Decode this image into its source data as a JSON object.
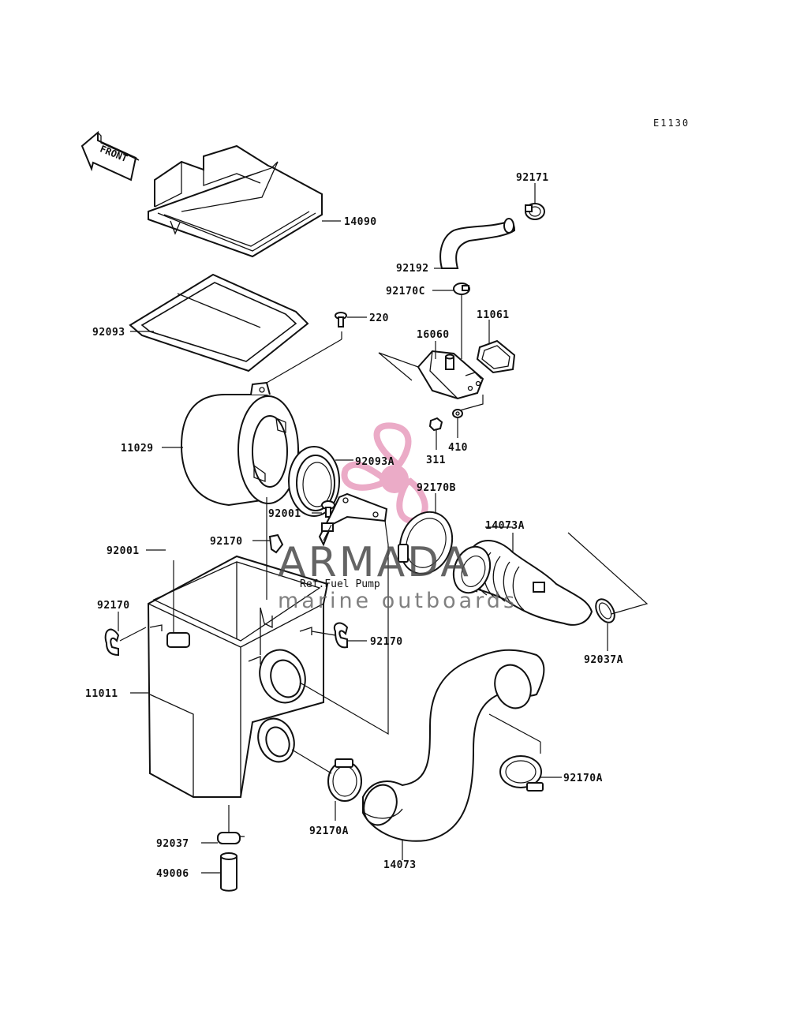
{
  "diagram_code": "E1130",
  "front_label": "FRONT",
  "ref_note": "Ref.Fuel Pump",
  "watermark": {
    "title": "ARMADA",
    "subtitle": "marine outboards",
    "accent_color": "#e58fb5"
  },
  "part_labels": {
    "p14090": "14090",
    "p92093": "92093",
    "p220": "220",
    "p11029": "11029",
    "p92093A": "92093A",
    "p92001_mid": "92001",
    "p92170_mid": "92170",
    "p92001_left": "92001",
    "p92170_left": "92170",
    "p92170_right": "92170",
    "p11011": "11011",
    "p92037": "92037",
    "p49006": "49006",
    "p92170A_bottom": "92170A",
    "p14073": "14073",
    "p92170A_right": "92170A",
    "p92037A": "92037A",
    "p14073A": "14073A",
    "p92170B": "92170B",
    "p311": "311",
    "p410": "410",
    "p16060": "16060",
    "p11061": "11061",
    "p92170C": "92170C",
    "p92192": "92192",
    "p92171": "92171"
  }
}
